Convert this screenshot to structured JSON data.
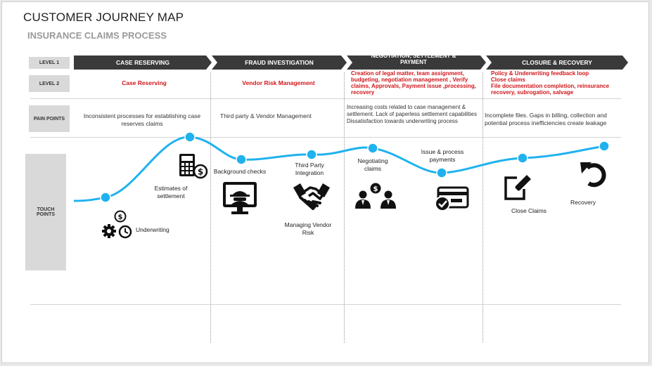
{
  "title": "CUSTOMER JOURNEY MAP",
  "subtitle": "INSURANCE CLAIMS PROCESS",
  "row_labels": {
    "level1": "LEVEL 1",
    "level2": "LEVEL 2",
    "pain_points": "PAIN POINTS",
    "touch_points": "TOUCH POINTS"
  },
  "phases": [
    {
      "label": "CASE RESERVING"
    },
    {
      "label": "FRAUD INVESTIGATION"
    },
    {
      "label": "NEGOTIATION, SETTLEMENT & PAYMENT"
    },
    {
      "label": "CLOSURE & RECOVERY"
    }
  ],
  "level2": {
    "case": "Case Reserving",
    "fraud": "Vendor Risk Management",
    "negotiation": "Creation of legal matter, team assignment, budgeting, negotiation management , Verify claims, Approvals, Payment issue ,processing, recovery",
    "closure_1": "Policy & Underwriting feedback loop",
    "closure_2": "Close claims",
    "closure_3": "File documentation completion, reinsurance recovery, subrogation, salvage"
  },
  "pain_points": {
    "case": "Inconsistent processes for establishing case reserves claims",
    "fraud": "Third party & Vendor Management",
    "negotiation_1": "Increasing costs related to case management & settlement. Lack of paperless settlement capabilities",
    "negotiation_2": "Dissatisfaction towards underwriting process",
    "closure": "Incomplete files. Gaps in billing, collection and potential process inefficiencies create leakage"
  },
  "touch_points": {
    "underwriting": "Underwriting",
    "estimates": "Estimates of settlement",
    "background": "Background checks",
    "third_party": "Third Party Integration",
    "managing_vendor": "Managing Vendor Risk",
    "negotiating": "Negotiating claims",
    "issue_payments": "Issue & process payments",
    "close_claims": "Close Claims",
    "recovery": "Recovery"
  },
  "colors": {
    "chevron": "#3a3a3a",
    "curve": "#1fb2ee",
    "level2_text": "#d0161b",
    "label_box": "#d9d9d9"
  },
  "icons": [
    "dollar-gears-clock-icon",
    "calculator-dollar-icon",
    "hacker-monitor-icon",
    "handshake-icon",
    "negotiation-people-icon",
    "credit-card-check-icon",
    "edit-document-icon",
    "undo-arrow-icon"
  ]
}
